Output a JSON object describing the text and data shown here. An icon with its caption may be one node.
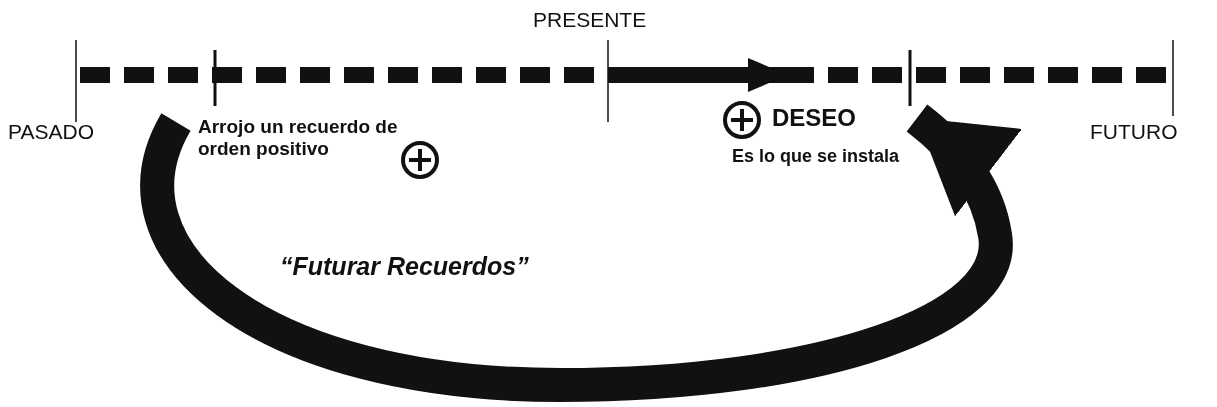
{
  "diagram": {
    "nodes": [
      {
        "text": [
          "Arrojo un recuerdo de orden positivo"
        ]
      },
      {
        "text": [
          "DESEO",
          "Es lo que se instala"
        ]
      }
    ],
    "edges": [
      {
        "from": 0,
        "to": 1,
        "arrow": "to",
        "label": "“Futurar Recuerdos”"
      }
    ],
    "labels": [
      "PRESENTE",
      "PASADO",
      "FUTURO"
    ]
  }
}
